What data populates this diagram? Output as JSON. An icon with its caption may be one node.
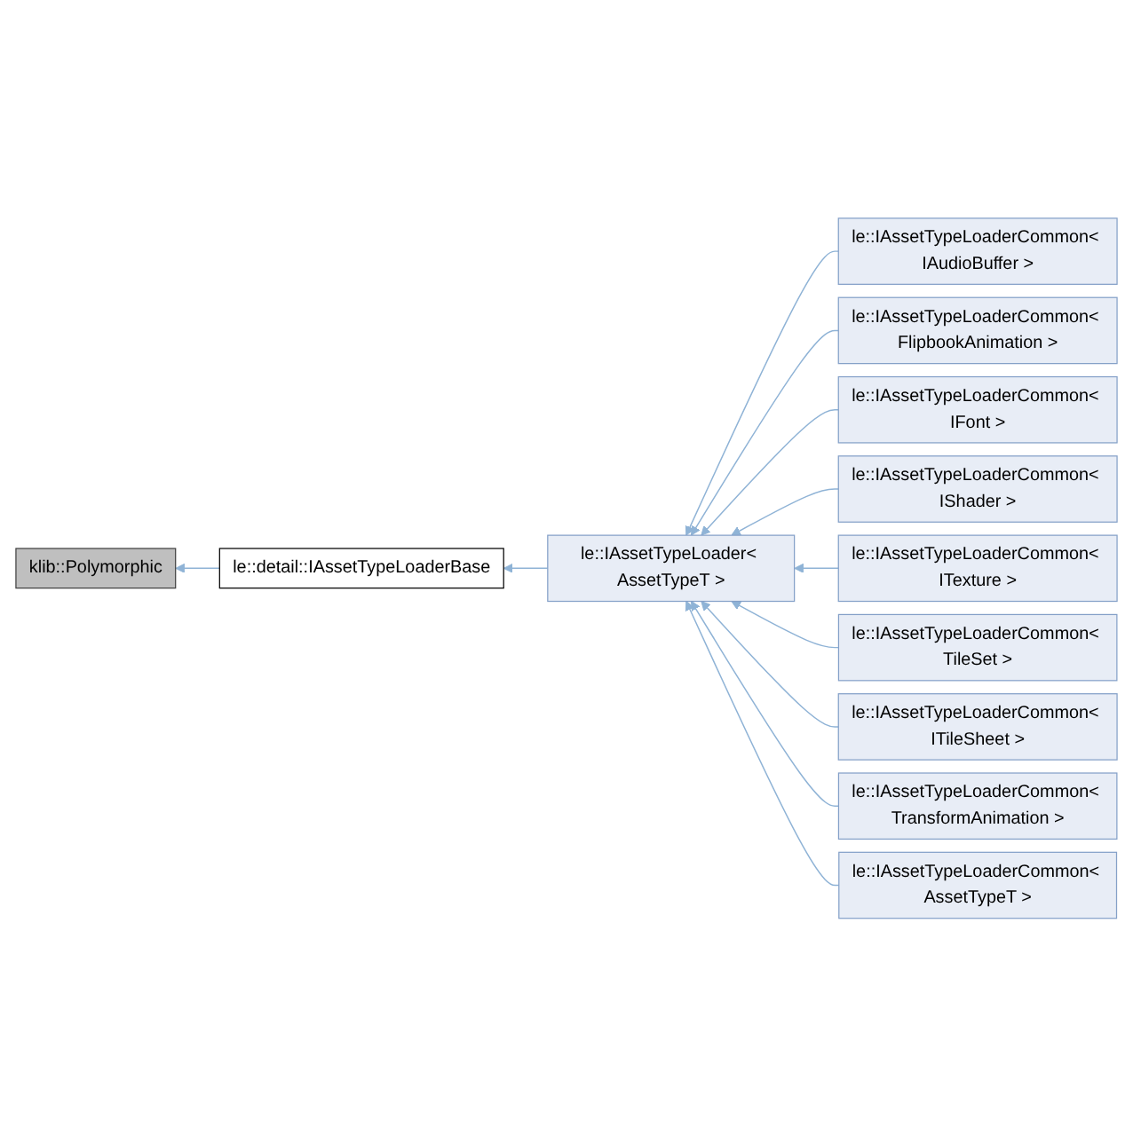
{
  "diagram": {
    "nodes": [
      {
        "text": [
          "klib::Polymorphic"
        ]
      },
      {
        "text": [
          "le::detail::IAssetTypeLoaderBase"
        ]
      },
      {
        "text": [
          "le::IAssetTypeLoader< AssetTypeT >"
        ]
      },
      {
        "text": [
          "le::IAssetTypeLoaderCommon< IAudioBuffer >"
        ]
      },
      {
        "text": [
          "le::IAssetTypeLoaderCommon< FlipbookAnimation >"
        ]
      },
      {
        "text": [
          "le::IAssetTypeLoaderCommon< IFont >"
        ]
      },
      {
        "text": [
          "le::IAssetTypeLoaderCommon< IShader >"
        ]
      },
      {
        "text": [
          "le::IAssetTypeLoaderCommon< ITexture >"
        ]
      },
      {
        "text": [
          "le::IAssetTypeLoaderCommon< TileSet >"
        ]
      },
      {
        "text": [
          "le::IAssetTypeLoaderCommon< ITileSheet >"
        ]
      },
      {
        "text": [
          "le::IAssetTypeLoaderCommon< TransformAnimation >"
        ]
      },
      {
        "text": [
          "le::IAssetTypeLoaderCommon< AssetTypeT >"
        ]
      }
    ],
    "edges": [
      {
        "from": 1,
        "to": 0,
        "arrow": "to"
      },
      {
        "from": 2,
        "to": 1,
        "arrow": "to"
      },
      {
        "from": 3,
        "to": 2,
        "arrow": "to"
      },
      {
        "from": 4,
        "to": 2,
        "arrow": "to"
      },
      {
        "from": 5,
        "to": 2,
        "arrow": "to"
      },
      {
        "from": 6,
        "to": 2,
        "arrow": "to"
      },
      {
        "from": 7,
        "to": 2,
        "arrow": "to"
      },
      {
        "from": 8,
        "to": 2,
        "arrow": "to"
      },
      {
        "from": 9,
        "to": 2,
        "arrow": "to"
      },
      {
        "from": 10,
        "to": 2,
        "arrow": "to"
      },
      {
        "from": 11,
        "to": 2,
        "arrow": "to"
      }
    ]
  }
}
